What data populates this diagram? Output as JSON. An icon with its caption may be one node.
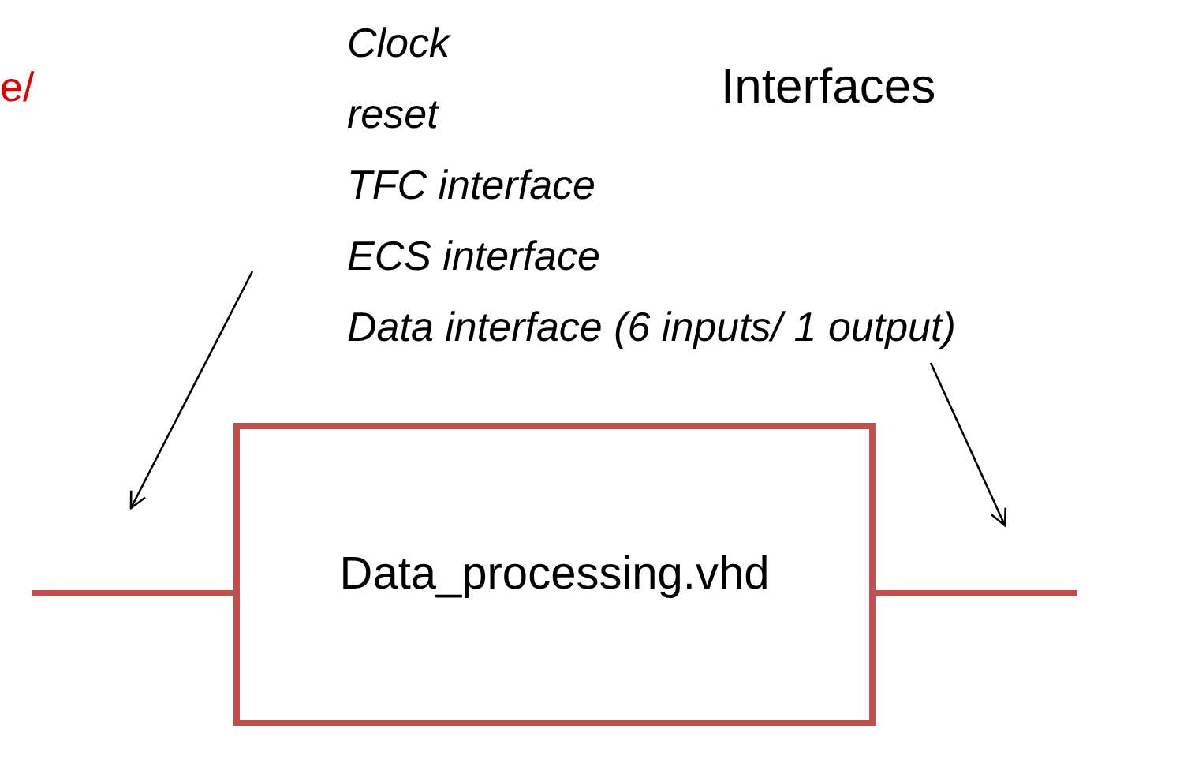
{
  "diagram": {
    "nodes": [
      {
        "text": [
          "Clock",
          "reset",
          "TFC interface",
          "ECS interface",
          "Data interface (6 inputs/ 1 output)"
        ]
      },
      {
        "text": [
          "Data_processing.vhd"
        ]
      }
    ],
    "edges": [
      {
        "from": null,
        "to": 1,
        "arrow": "none",
        "style": "thick",
        "color": "#c0504d"
      },
      {
        "from": 1,
        "to": null,
        "arrow": "none",
        "style": "thick",
        "color": "#c0504d"
      },
      {
        "from": 0,
        "to": null,
        "arrow": "to",
        "color": "#000000"
      },
      {
        "from": 0,
        "to": null,
        "arrow": "to",
        "color": "#000000"
      }
    ],
    "labels": [
      "e/",
      "Interfaces"
    ]
  }
}
